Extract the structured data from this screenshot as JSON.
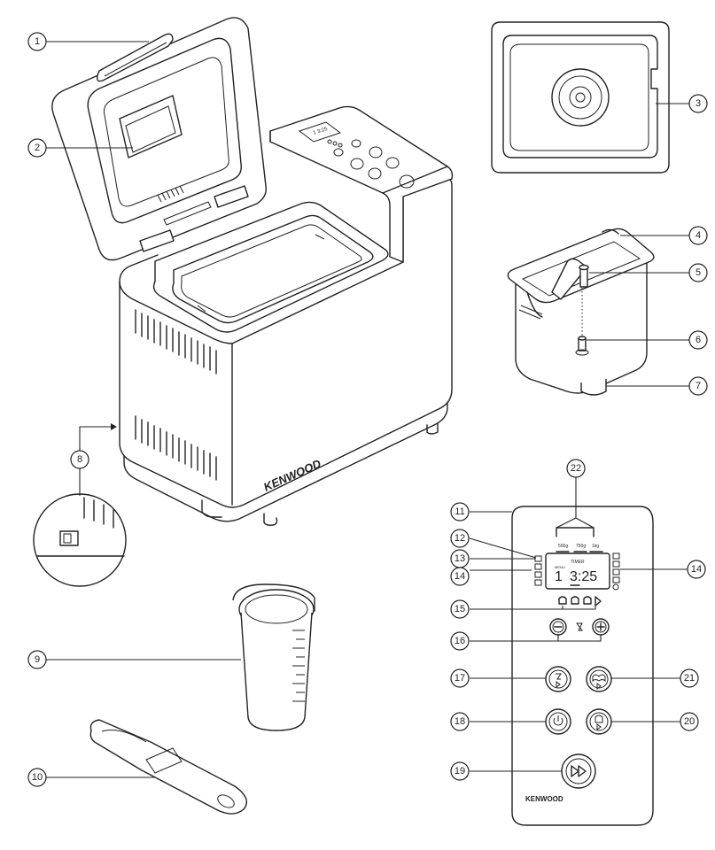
{
  "callouts": {
    "c1": "1",
    "c2": "2",
    "c3": "3",
    "c4": "4",
    "c5": "5",
    "c6": "6",
    "c7": "7",
    "c8": "8",
    "c9": "9",
    "c10": "10",
    "c11": "11",
    "c12": "12",
    "c13": "13",
    "c14a": "14",
    "c14b": "14",
    "c15": "15",
    "c16": "16",
    "c17": "17",
    "c18": "18",
    "c19": "19",
    "c20": "20",
    "c21": "21",
    "c22": "22"
  },
  "brand": {
    "machine_logo": "KENWOOD",
    "panel_logo": "KENWOOD"
  },
  "display": {
    "weight_1": "500g",
    "weight_2": "750g",
    "weight_3": "1kg",
    "timer_label": "TIMER",
    "menu_label": "MENU",
    "menu_digit": "1",
    "time_digits": "3:25"
  }
}
